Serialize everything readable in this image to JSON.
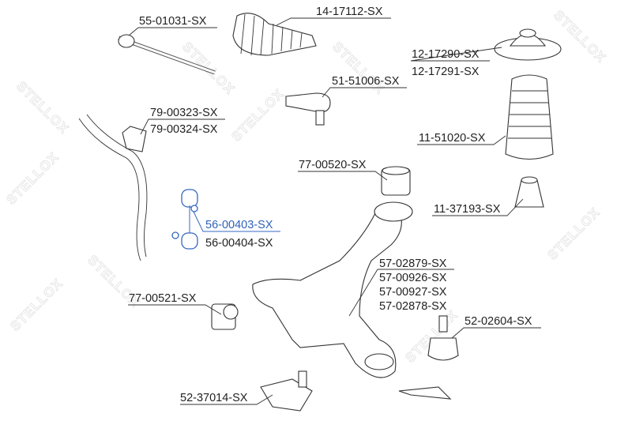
{
  "watermark": "STELLOX",
  "highlight_color": "#2e63b8",
  "parts": [
    {
      "id": "tie-rod-end-inner",
      "labels": [
        "55-01031-SX"
      ]
    },
    {
      "id": "steering-boot",
      "labels": [
        "14-17112-SX"
      ]
    },
    {
      "id": "strut-mount",
      "labels": [
        "12-17290-SX",
        "12-17291-SX"
      ]
    },
    {
      "id": "tie-rod-end",
      "labels": [
        "51-51006-SX"
      ]
    },
    {
      "id": "stabilizer-bushing",
      "labels": [
        "79-00323-SX",
        "79-00324-SX"
      ]
    },
    {
      "id": "dust-boot",
      "labels": [
        "11-51020-SX"
      ]
    },
    {
      "id": "arm-bushing-rear",
      "labels": [
        "77-00520-SX"
      ]
    },
    {
      "id": "stabilizer-link",
      "labels": [
        "56-00403-SX",
        "56-00404-SX"
      ],
      "highlighted": true
    },
    {
      "id": "bump-stop",
      "labels": [
        "11-37193-SX"
      ]
    },
    {
      "id": "control-arm",
      "labels": [
        "57-02879-SX",
        "57-00926-SX",
        "57-00927-SX",
        "57-02878-SX"
      ]
    },
    {
      "id": "arm-bushing-front",
      "labels": [
        "77-00521-SX"
      ]
    },
    {
      "id": "ball-joint",
      "labels": [
        "52-02604-SX"
      ]
    },
    {
      "id": "ball-joint-lower",
      "labels": [
        "52-37014-SX"
      ]
    }
  ]
}
